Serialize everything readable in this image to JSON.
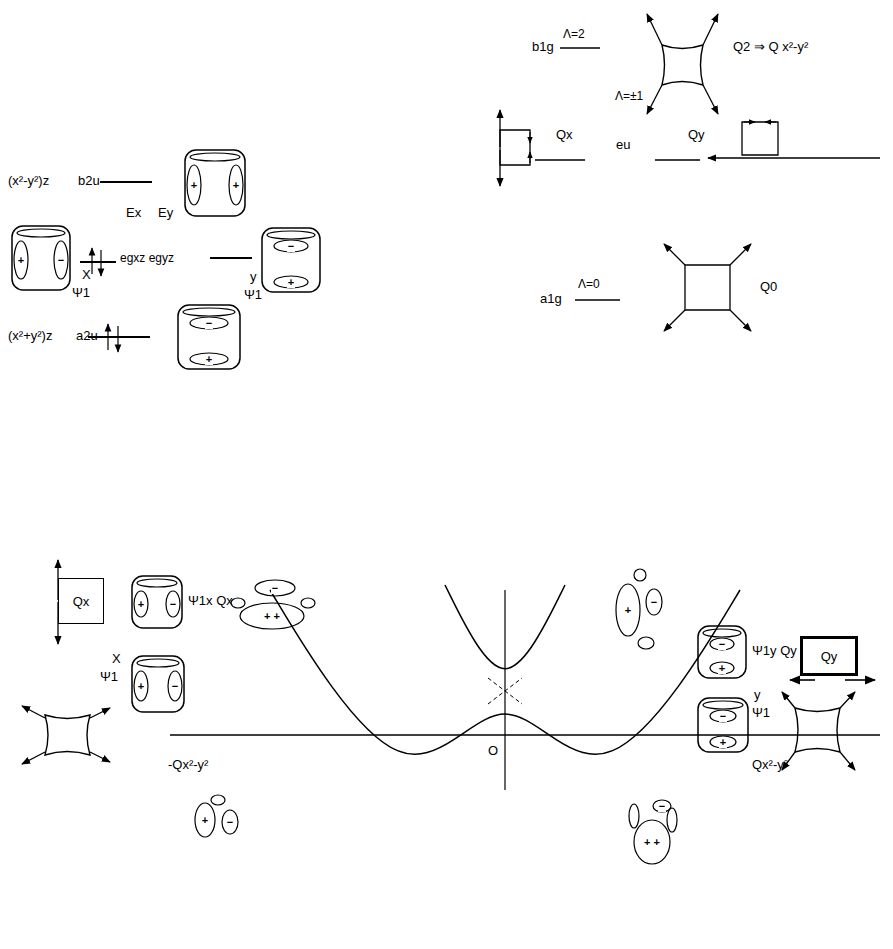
{
  "diagram": {
    "nodes": [
      {
        "text": [
          "Qx"
        ]
      },
      {
        "text": [
          "Qy"
        ]
      }
    ],
    "labels": [
      "(x²-y²)z",
      "b2u",
      "Ex",
      "Ey",
      "egxz egyz",
      "X",
      "Ψ1",
      "y",
      "Ψ1",
      "(x²+y²)z",
      "a2u",
      "b1g",
      "Λ=2",
      "Q2 ⇒ Q x²-y²",
      "Λ=±1",
      "Qx",
      "eu",
      "Qy",
      "a1g",
      "Λ=0",
      "Q0",
      "Ψ1x Qx",
      "X",
      "Ψ1",
      "-Qx²-y²",
      "O",
      "Ψ1y Qy",
      "y",
      "Ψ1",
      "Qx²-y²",
      "−",
      "+ +",
      "+",
      "−",
      "+",
      "−",
      "−",
      "+ +",
      "+",
      "+",
      "+",
      "−",
      "−",
      "+",
      "−",
      "+",
      "+",
      "−",
      "+",
      "−",
      "−",
      "+",
      "−",
      "+"
    ]
  }
}
